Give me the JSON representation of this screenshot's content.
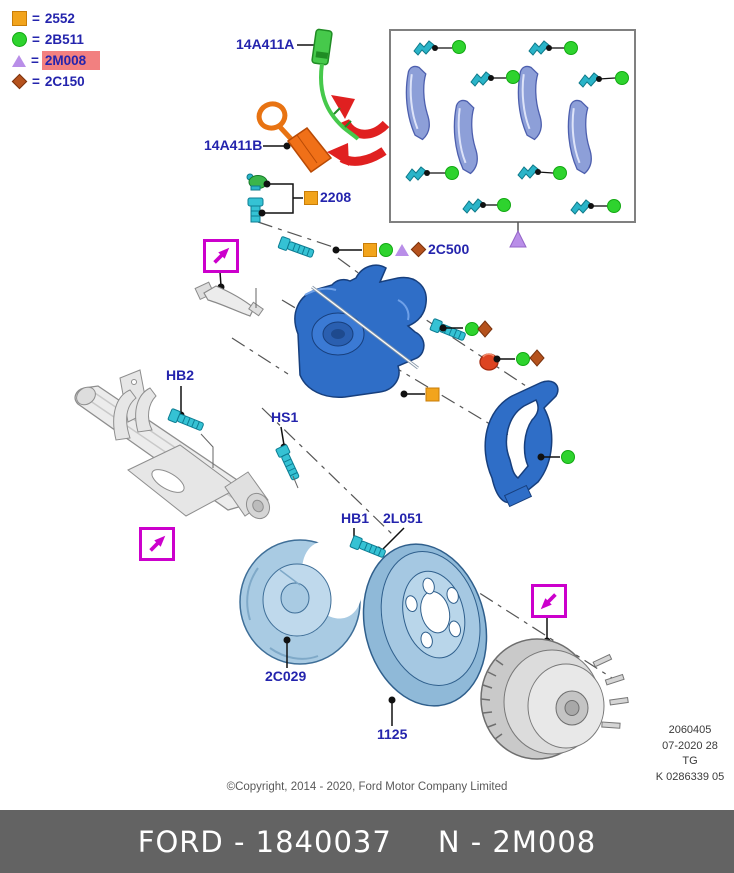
{
  "legend": {
    "separator": "=",
    "items": [
      {
        "icon": "square-icon",
        "color": "#f2a41c",
        "code": "2552",
        "highlighted": false
      },
      {
        "icon": "circle-icon",
        "color": "#2ed32e",
        "code": "2B511",
        "highlighted": false
      },
      {
        "icon": "triangle-icon",
        "color": "#b98ee8",
        "code": "2M008",
        "highlighted": true
      },
      {
        "icon": "diamond-icon",
        "color": "#b5521d",
        "code": "2C150",
        "highlighted": false
      }
    ],
    "highlight_color": "#f28080"
  },
  "callouts": {
    "sensor_harness_a": "14A411A",
    "sensor_harness_b": "14A411B",
    "bleeder_kit": "2208",
    "caliper_bolt_kit": "2C500",
    "bolt_hb2": "HB2",
    "screw_hs1": "HS1",
    "bolt_hb1": "HB1",
    "disc_screw": "2L051",
    "splash_shield": "2C029",
    "brake_disc": "1125"
  },
  "plate": {
    "line1": "2060405",
    "line2": "07-2020 28",
    "line3": "TG",
    "line4": "K 0286339 05"
  },
  "footer": {
    "copyright": "©Copyright, 2014 - 2020, Ford Motor Company Limited",
    "banner_left": "FORD - 1840037",
    "banner_right": "N - 2M008"
  },
  "colors": {
    "label_text": "#2424ad",
    "reference_box": "#cc00cc",
    "arrow_red": "#e02020",
    "caliper_blue": "#2f6ec7",
    "light_blue_part": "#a9cbe3",
    "pad_periwinkle": "#8d9fd8",
    "clip_teal": "#2ab4c8",
    "banner_bg": "#636363",
    "banner_text": "#ffffff"
  }
}
